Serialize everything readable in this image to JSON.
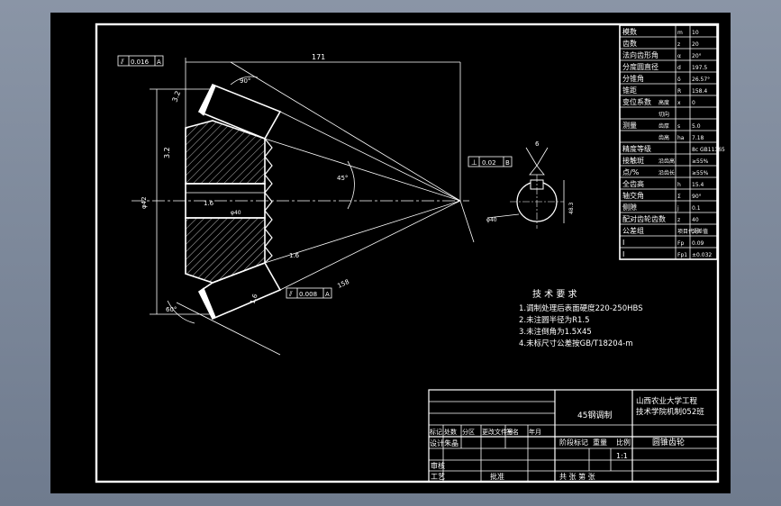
{
  "drawing": {
    "bg_color": "#000000",
    "line_color": "#ffffff",
    "hatch_color": "#cccccc"
  },
  "param_table": {
    "rows": [
      {
        "label": "模数",
        "sub": "",
        "sym": "m",
        "val": "10"
      },
      {
        "label": "齿数",
        "sub": "",
        "sym": "z",
        "val": "20"
      },
      {
        "label": "法向齿形角",
        "sub": "",
        "sym": "α",
        "val": "20°"
      },
      {
        "label": "分度圆直径",
        "sub": "",
        "sym": "d",
        "val": "197.5"
      },
      {
        "label": "分锥角",
        "sub": "",
        "sym": "δ",
        "val": "26.57°"
      },
      {
        "label": "锥距",
        "sub": "",
        "sym": "R",
        "val": "158.4"
      },
      {
        "label": "变位系数",
        "sub": "高度",
        "sym": "x",
        "val": "0"
      },
      {
        "label": "",
        "sub": "切向",
        "sym": "",
        "val": ""
      },
      {
        "label": "测量",
        "sub": "齿厚",
        "sym": "s",
        "val": "5.0"
      },
      {
        "label": "",
        "sub": "齿高",
        "sym": "ha",
        "val": "7.18"
      },
      {
        "label": "精度等级",
        "sub": "",
        "sym": "",
        "val": "8c GB11365"
      },
      {
        "label": "接触斑",
        "sub": "沿齿高",
        "sym": "",
        "val": "≥55%"
      },
      {
        "label": "点/%",
        "sub": "沿齿长",
        "sym": "",
        "val": "≥55%"
      },
      {
        "label": "全齿高",
        "sub": "",
        "sym": "h",
        "val": "15.4"
      },
      {
        "label": "轴交角",
        "sub": "",
        "sym": "Σ",
        "val": "90°"
      },
      {
        "label": "侧隙",
        "sub": "",
        "sym": "j",
        "val": "0.1"
      },
      {
        "label": "配对齿轮齿数",
        "sub": "",
        "sym": "z",
        "val": "40"
      },
      {
        "label": "公差组",
        "sub": "",
        "sym": "项目代号",
        "val": "公差值"
      },
      {
        "label": "I",
        "sub": "",
        "sym": "Fp",
        "val": "0.09"
      },
      {
        "label": "I",
        "sub": "",
        "sym": "Fp1",
        "val": "±0.032"
      }
    ]
  },
  "notes": {
    "title": "技 术 要 求",
    "items": [
      "1.调制处理后表面硬度220-250HBS",
      "2.未注圆半径为R1.5",
      "3.未注倒角为1.5X45",
      "4.未标尺寸公差按GB/T18204-m"
    ]
  },
  "title_block": {
    "material": "45钢调制",
    "school": "山西农业大学工程技术学院机制052班",
    "part_name": "圆锥齿轮",
    "rev_headers": [
      "标记",
      "处数",
      "分区",
      "更改文件号",
      "签名",
      "年月"
    ],
    "design_row": [
      "设计",
      "朱晶",
      "",
      "",
      "",
      ""
    ],
    "check": "审核",
    "process": "工艺",
    "approve": "批准",
    "stage": "阶段标记",
    "weight": "重量",
    "scale": "比例",
    "scale_val": "1:1",
    "sheets": "共   张   第   张"
  },
  "annotations": {
    "tol_top_sym": "⫽",
    "tol_top_val": "0.016",
    "tol_top_datum": "A",
    "tol_bot_sym": "⫽",
    "tol_bot_val": "0.008",
    "tol_bot_datum": "A",
    "tol_mid_sym": "⊥",
    "tol_mid_val": "0.02",
    "tol_mid_datum": "B",
    "dim_top": "171",
    "dim_angle_top": "90°",
    "dim_32a": "3.2",
    "dim_32b": "3.2",
    "dim_dia": "φ42",
    "dim_16a": "1.6",
    "dim_16b": "1.6",
    "dim_16c": "1.6",
    "dim_bore": "φ40",
    "dim_angle_cone": "45°",
    "dim_bottom": "158",
    "dim_angle_bot": "60°",
    "dim_key": "φ40",
    "dim_keyw": "6",
    "dim_keyh": "48.3"
  }
}
